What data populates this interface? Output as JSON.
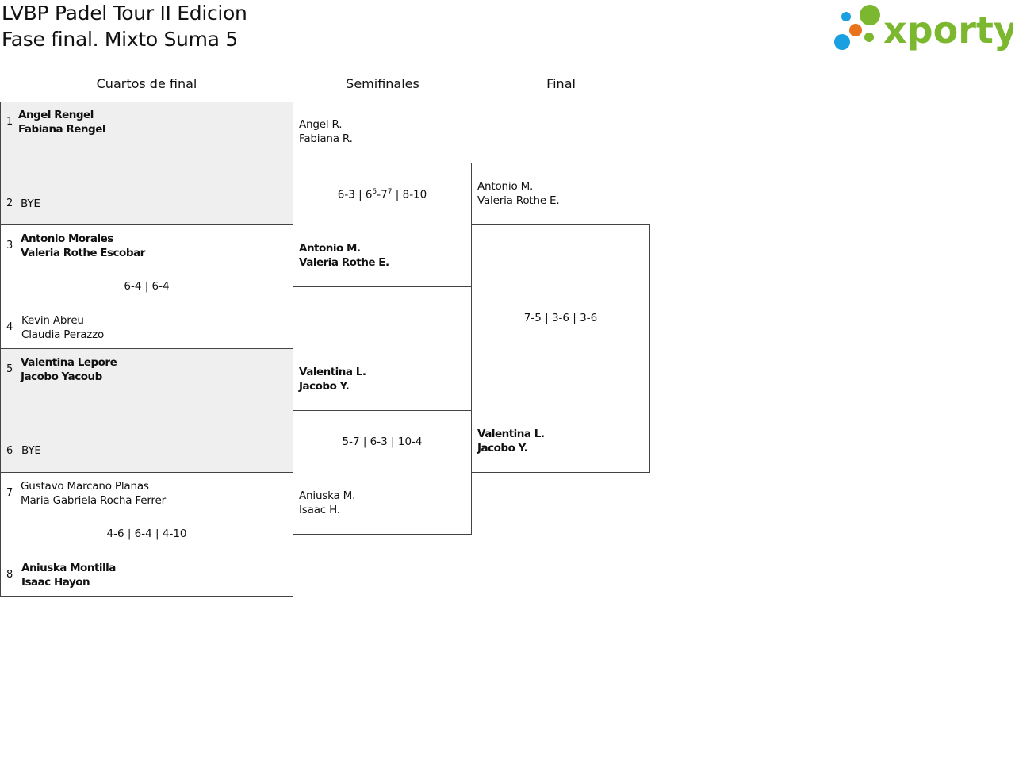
{
  "header": {
    "title_line1": "LVBP Padel Tour II Edicion",
    "title_line2": "Fase final. Mixto Suma 5"
  },
  "logo": {
    "text": "xporty",
    "colors": {
      "green": "#7cb82f",
      "blue": "#1a9fe0",
      "orange": "#e8731c"
    }
  },
  "rounds": {
    "quarterfinals": "Cuartos de final",
    "semifinals": "Semifinales",
    "final": "Final"
  },
  "quarterfinals": [
    {
      "top": {
        "seed": "1",
        "p1": "Angel Rengel",
        "p2": "Fabiana Rengel"
      },
      "bottom": {
        "seed": "2",
        "p1": "BYE",
        "p2": ""
      },
      "score": ""
    },
    {
      "top": {
        "seed": "3",
        "p1": "Antonio Morales",
        "p2": "Valeria Rothe Escobar"
      },
      "bottom": {
        "seed": "4",
        "p1": "Kevin Abreu",
        "p2": "Claudia Perazzo"
      },
      "score": "6-4 | 6-4"
    },
    {
      "top": {
        "seed": "5",
        "p1": "Valentina Lepore",
        "p2": "Jacobo Yacoub"
      },
      "bottom": {
        "seed": "6",
        "p1": "BYE",
        "p2": ""
      },
      "score": ""
    },
    {
      "top": {
        "seed": "7",
        "p1": "Gustavo Marcano Planas",
        "p2": "Maria Gabriela Rocha Ferrer"
      },
      "bottom": {
        "seed": "8",
        "p1": "Aniuska Montilla",
        "p2": "Isaac Hayon"
      },
      "score": "4-6 | 6-4 | 4-10"
    }
  ],
  "semifinals": [
    {
      "top": {
        "p1": "Angel R.",
        "p2": "Fabiana R."
      },
      "bottom": {
        "p1": "Antonio M.",
        "p2": "Valeria Rothe E."
      },
      "score": {
        "set1": "6-3 | 6",
        "sup1": "5",
        "mid": "-7",
        "sup2": "7",
        "tail": " | 8-10"
      }
    },
    {
      "top": {
        "p1": "Valentina L.",
        "p2": "Jacobo Y."
      },
      "bottom": {
        "p1": "Aniuska M.",
        "p2": "Isaac H."
      },
      "score": "5-7 | 6-3 | 10-4"
    }
  ],
  "final": {
    "top": {
      "p1": "Antonio M.",
      "p2": "Valeria Rothe E."
    },
    "bottom": {
      "p1": "Valentina L.",
      "p2": "Jacobo Y."
    },
    "score": "7-5 | 3-6 | 3-6"
  }
}
